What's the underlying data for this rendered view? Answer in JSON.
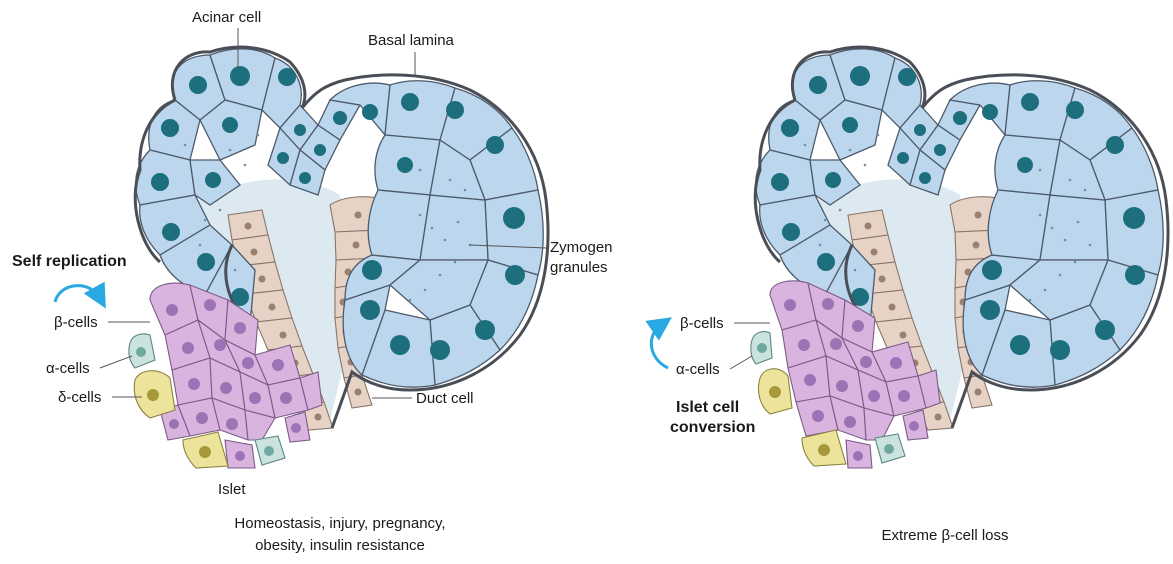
{
  "left_panel": {
    "labels": {
      "acinar_cell": "Acinar cell",
      "basal_lamina": "Basal lamina",
      "zymogen_line1": "Zymogen",
      "zymogen_line2": "granules",
      "duct_cell": "Duct cell",
      "beta_cells": "β-cells",
      "alpha_cells": "α-cells",
      "delta_cells": "δ-cells",
      "islet": "Islet",
      "process": "Self replication"
    },
    "caption_line1": "Homeostasis, injury, pregnancy,",
    "caption_line2": "obesity, insulin resistance"
  },
  "right_panel": {
    "labels": {
      "beta_cells": "β-cells",
      "alpha_cells": "α-cells",
      "process_line1": "Islet cell",
      "process_line2": "conversion"
    },
    "caption": "Extreme β-cell loss"
  },
  "colors": {
    "acinar": "#bcd6ee",
    "acinar_nucleus": "#1e6f7e",
    "duct": "#e6d3c6",
    "beta": "#d9b4df",
    "alpha": "#cbe3df",
    "delta": "#ece49a",
    "arrow": "#29a9e1"
  }
}
